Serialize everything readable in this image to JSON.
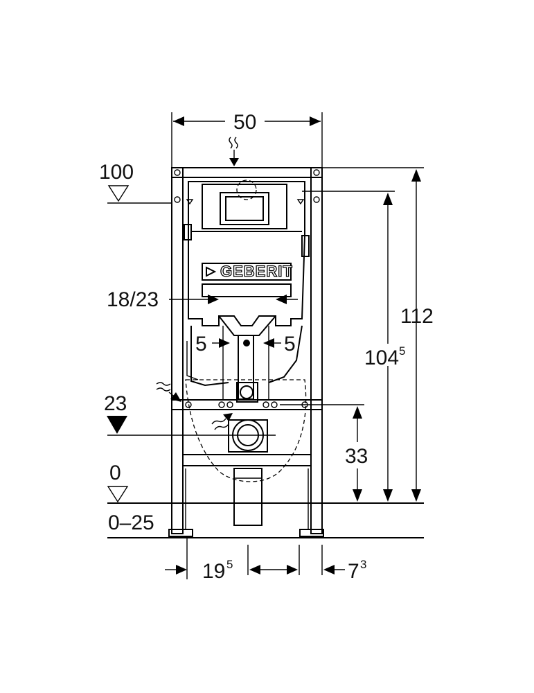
{
  "labels": {
    "width": "50",
    "level_100": "100",
    "pipe_range": "18/23",
    "offset_left": "5",
    "offset_right": "5",
    "height_112": "112",
    "height_104_main": "104",
    "height_104_sup": "5",
    "level_23": "23",
    "height_33": "33",
    "level_0": "0",
    "floor_range": "0–25",
    "foot_19_main": "19",
    "foot_19_sup": "5",
    "foot_7_main": "7",
    "foot_7_sup": "3"
  },
  "brand": "GEBERIT",
  "icons": {
    "water_inlet": "wavy-inlet-arrow-icon",
    "drain_flow": "wavy-flow-arrow-icon",
    "level_marker_open": "open-triangle-icon",
    "level_marker_filled": "filled-triangle-icon"
  }
}
